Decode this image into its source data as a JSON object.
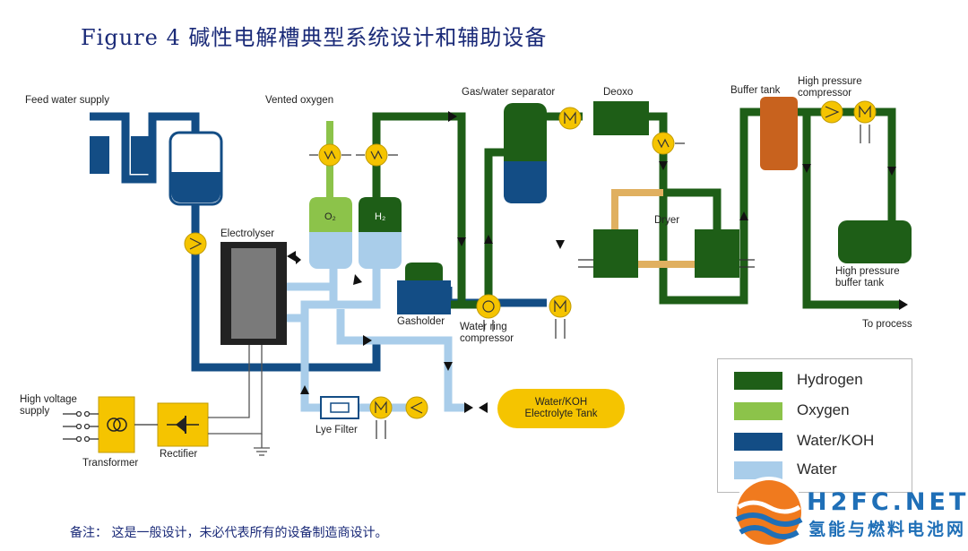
{
  "title": "Figure 4 碱性电解槽典型系统设计和辅助设备",
  "note": "备注： 这是一般设计，未必代表所有的设备制造商设计。",
  "labels": {
    "feed_water_supply": "Feed water supply",
    "vented_oxygen": "Vented oxygen",
    "gas_water_separator": "Gas/water separator",
    "deoxo": "Deoxo",
    "buffer_tank": "Buffer tank",
    "hp_compressor_line1": "High pressure",
    "hp_compressor_line2": "compressor",
    "electrolyser": "Electrolyser",
    "o2": "O₂",
    "h2": "H₂",
    "dryer": "Dryer",
    "gasholder": "Gasholder",
    "water_ring_line1": "Water ring",
    "water_ring_line2": "compressor",
    "hp_buffer_line1": "High pressure",
    "hp_buffer_line2": "buffer tank",
    "to_process": "To process",
    "hv_line1": "High voltage",
    "hv_line2": "supply",
    "transformer": "Transformer",
    "rectifier": "Rectifier",
    "lye_filter": "Lye Filter",
    "tank_line1": "Water/KOH",
    "tank_line2": "Electrolyte Tank"
  },
  "legend": [
    {
      "label": "Hydrogen",
      "color": "#1e5e17"
    },
    {
      "label": "Oxygen",
      "color": "#8cc34a"
    },
    {
      "label": "Water/KOH",
      "color": "#134d85"
    },
    {
      "label": "Water",
      "color": "#a9cdea"
    }
  ],
  "colors": {
    "hydrogen": "#1e5e17",
    "oxygen": "#8cc34a",
    "water_koh": "#134d85",
    "water": "#a9cdea",
    "equipment_yellow": "#f5c400",
    "buffer_tank_orange": "#c8621e",
    "dryer_link": "#e0b060"
  },
  "watermark": {
    "brand": "H2FC.NET",
    "sub": "氢能与燃料电池网"
  }
}
